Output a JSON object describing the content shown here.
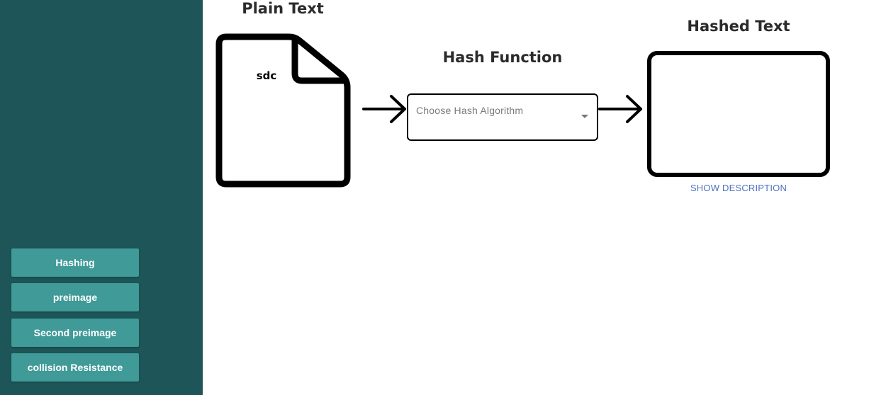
{
  "sidebar": {
    "items": [
      {
        "label": "Hashing"
      },
      {
        "label": "preimage"
      },
      {
        "label": "Second preimage"
      },
      {
        "label": "collision Resistance"
      }
    ]
  },
  "plain_text": {
    "heading": "Plain Text",
    "value": "sdc"
  },
  "hash_function": {
    "heading": "Hash Function",
    "placeholder": "Choose Hash Algorithm"
  },
  "hashed_text": {
    "heading": "Hashed Text",
    "value": "",
    "description_link": "SHOW DESCRIPTION"
  },
  "colors": {
    "sidebar_bg": "#1d5558",
    "nav_button_bg": "#3f9a98",
    "link": "#4e71c2"
  }
}
